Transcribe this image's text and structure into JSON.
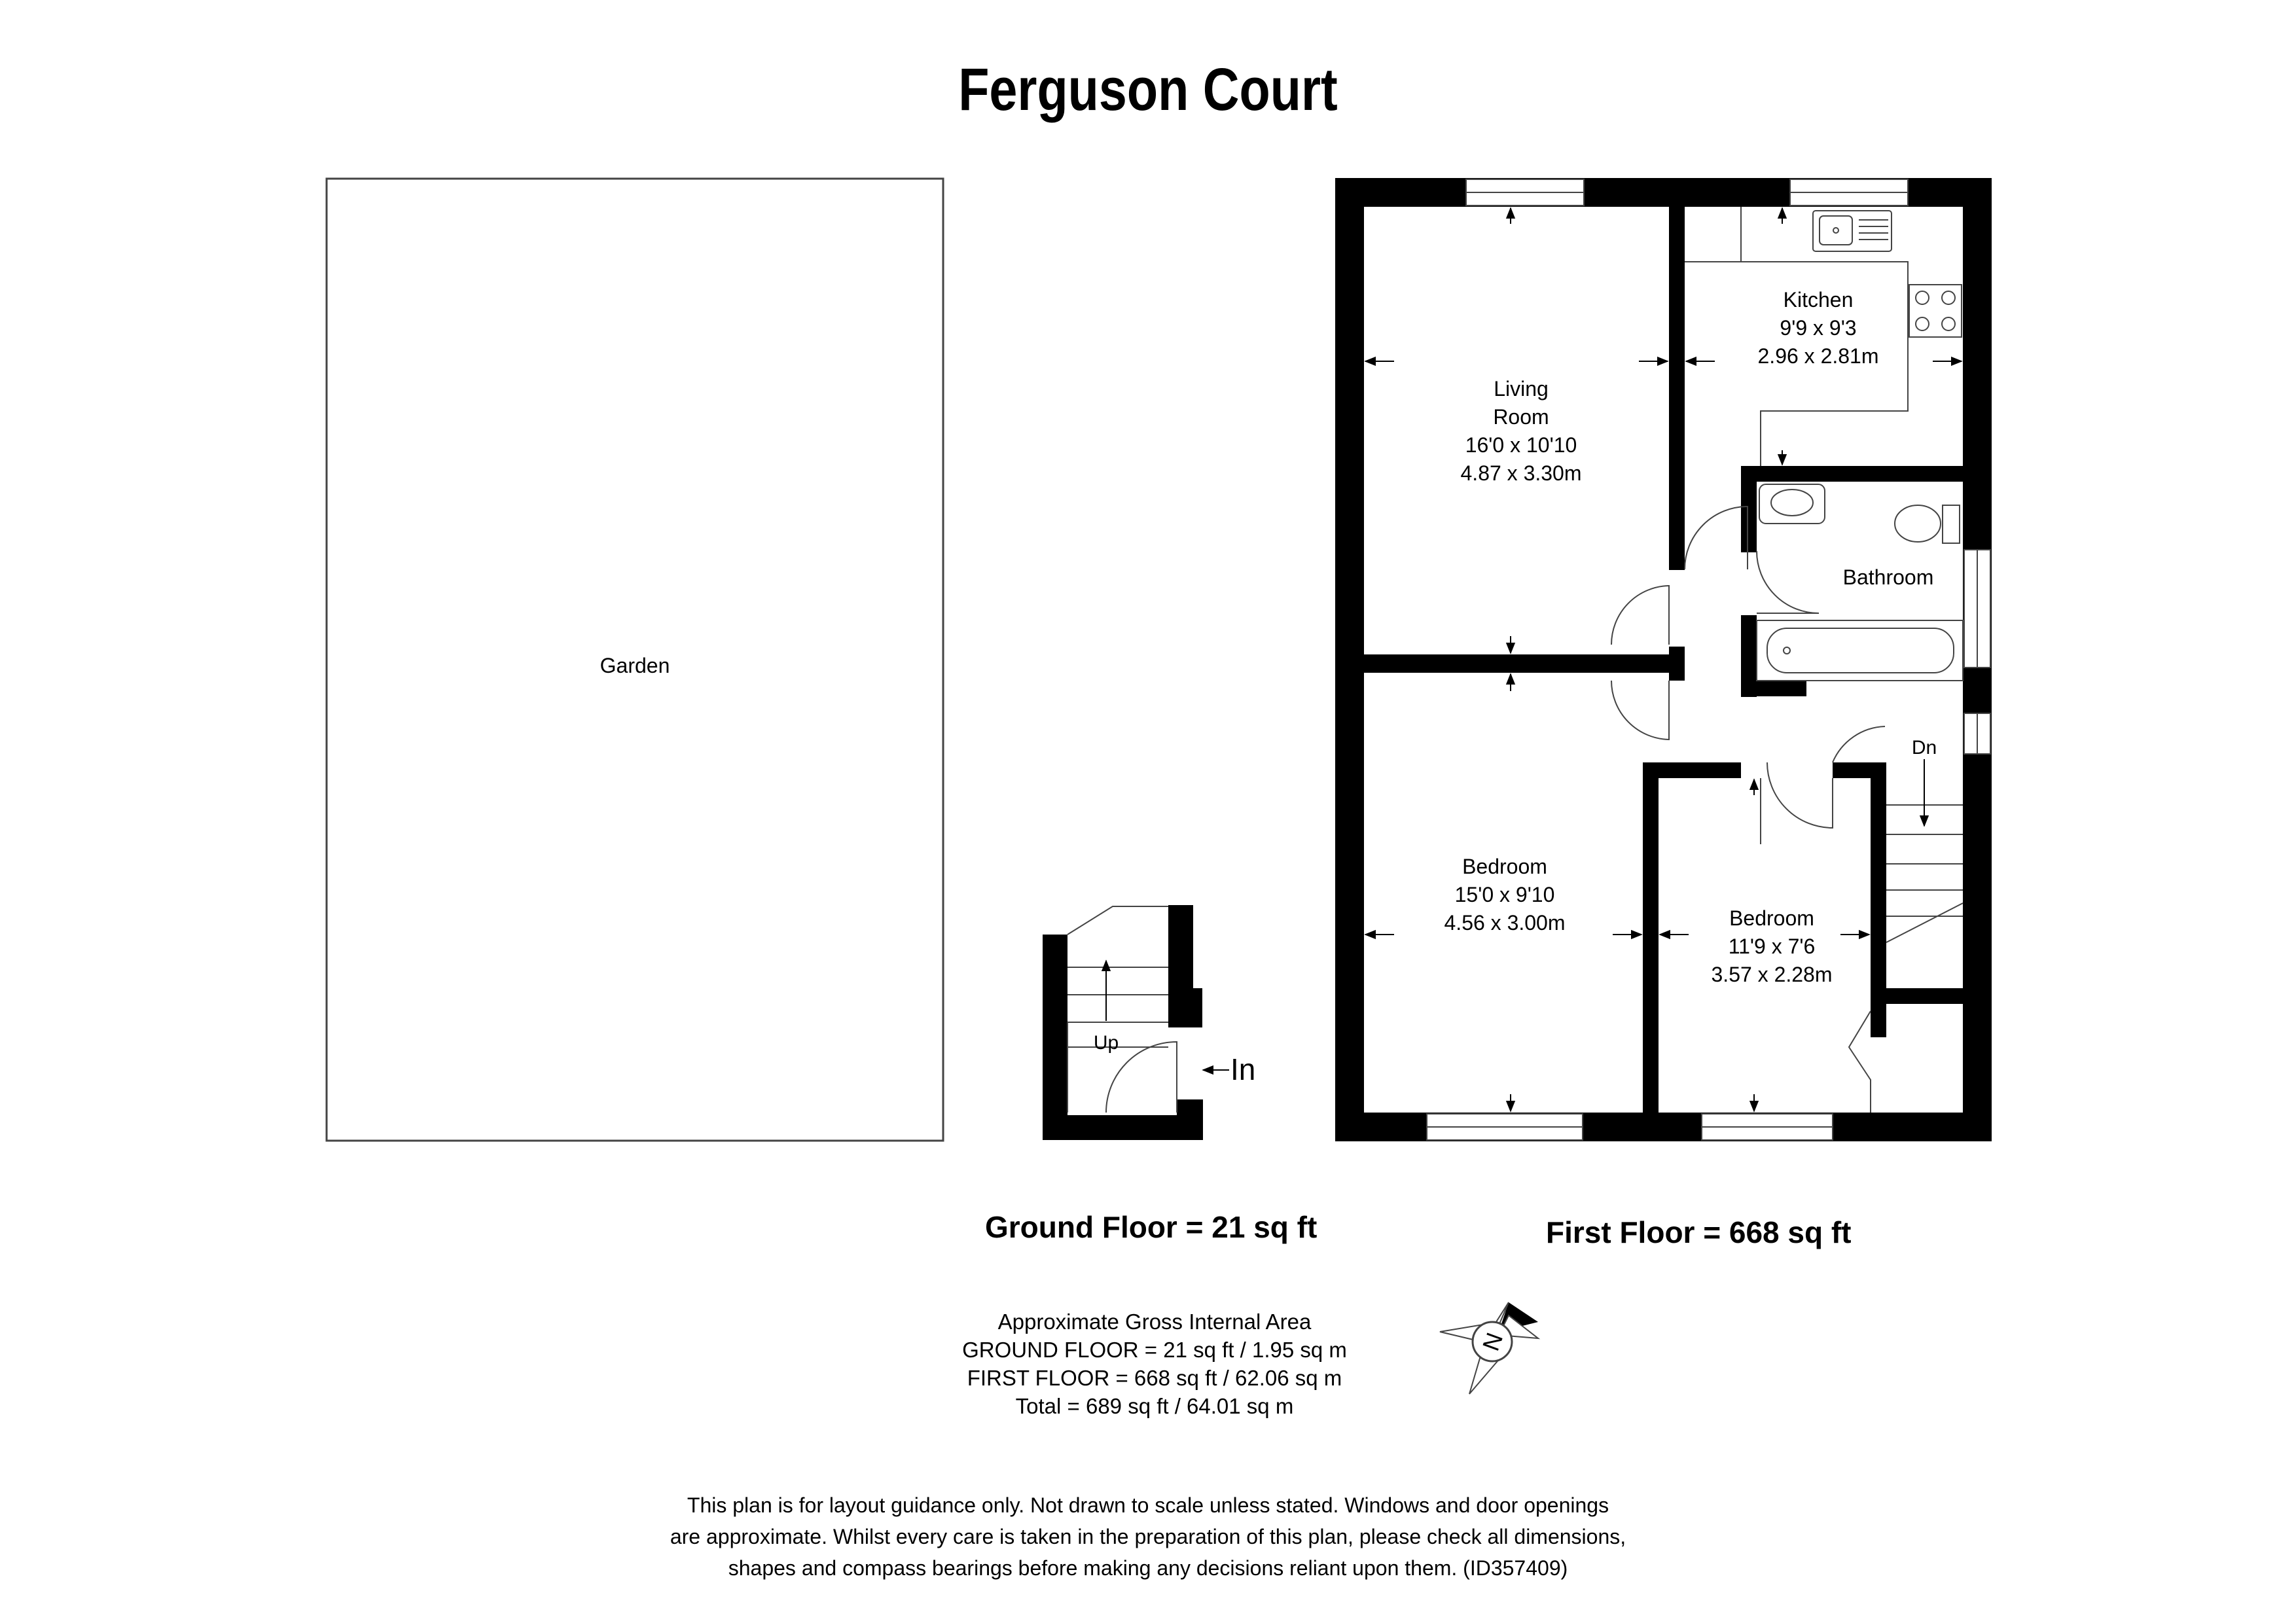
{
  "title": "Ferguson Court",
  "rooms": {
    "garden": {
      "name": "Garden"
    },
    "living_room": {
      "name_line1": "Living",
      "name_line2": "Room",
      "imperial": "16'0 x 10'10",
      "metric": "4.87 x 3.30m"
    },
    "kitchen": {
      "name": "Kitchen",
      "imperial": "9'9 x 9'3",
      "metric": "2.96 x 2.81m"
    },
    "bathroom": {
      "name": "Bathroom"
    },
    "bedroom_main": {
      "name": "Bedroom",
      "imperial": "15'0 x 9'10",
      "metric": "4.56 x 3.00m"
    },
    "bedroom_second": {
      "name": "Bedroom",
      "imperial": "11'9 x 7'6",
      "metric": "3.57 x 2.28m"
    }
  },
  "stairs": {
    "down_label": "Dn",
    "up_label": "Up",
    "entrance_label": "In"
  },
  "floors": {
    "ground_total": "Ground Floor = 21 sq ft",
    "first_total": "First Floor = 668 sq ft"
  },
  "area_summary": {
    "heading": "Approximate Gross Internal Area",
    "ground": "GROUND FLOOR = 21 sq ft / 1.95 sq m",
    "first": "FIRST FLOOR = 668 sq ft / 62.06 sq m",
    "total": "Total = 689 sq ft / 64.01 sq m"
  },
  "compass": {
    "label": "N",
    "icon": "compass-icon"
  },
  "disclaimer": {
    "line1": "This plan is for layout guidance only. Not drawn to scale unless stated. Windows and door openings",
    "line2": "are approximate. Whilst every care is taken in the preparation of this plan, please check all dimensions,",
    "line3": "shapes and compass bearings before making any decisions reliant upon them. (ID357409)"
  },
  "colors": {
    "wall": "#000000",
    "background": "#ffffff",
    "outline": "#444444"
  }
}
